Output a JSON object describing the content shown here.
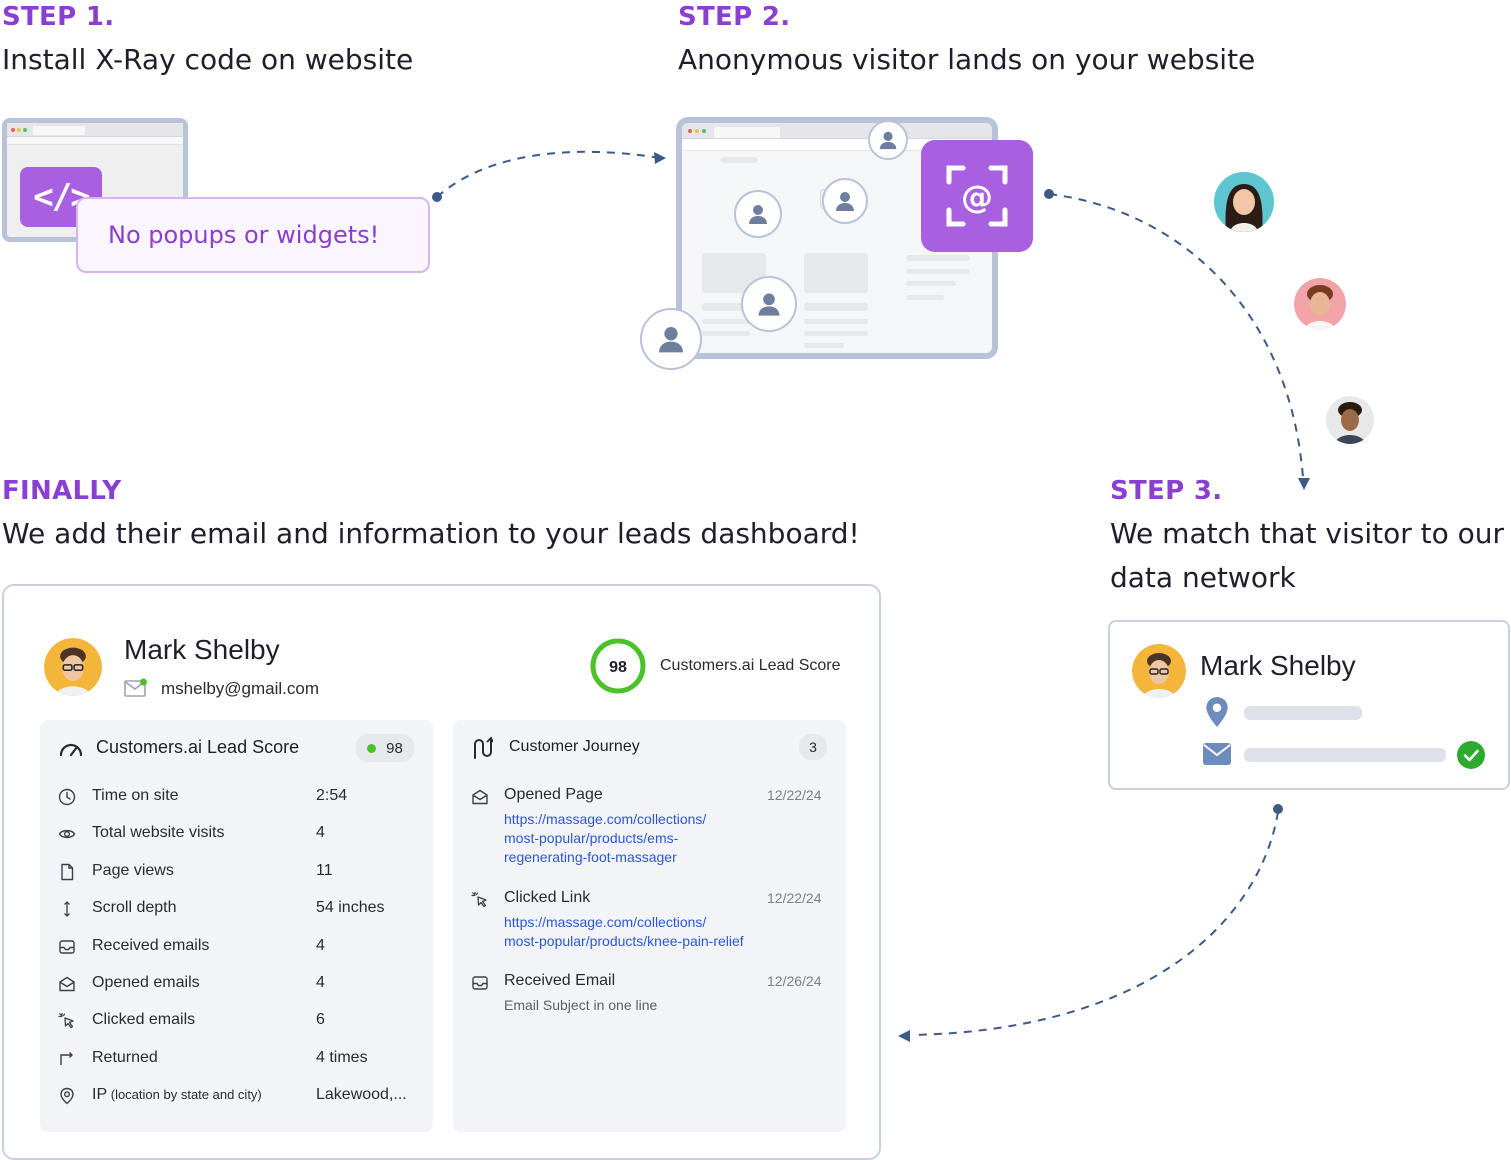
{
  "step1": {
    "label": "STEP 1.",
    "text": "Install X-Ray code on website",
    "code_symbol": "</>",
    "badge": "No popups or widgets!"
  },
  "step2": {
    "label": "STEP 2.",
    "text": "Anonymous visitor lands on your website",
    "at_symbol": "@"
  },
  "step3": {
    "label": "STEP 3.",
    "text_line1": "We match that visitor to our",
    "text_line2": "data network",
    "card_name": "Mark Shelby"
  },
  "finally": {
    "label": "FINALLY",
    "text": "We add their email and information to your leads dashboard!"
  },
  "dashboard": {
    "name": "Mark Shelby",
    "email": "mshelby@gmail.com",
    "score_value": "98",
    "score_fraction": 0.98,
    "score_caption": "Customers.ai Lead Score",
    "lead_panel": {
      "title": "Customers.ai Lead Score",
      "score": "98",
      "rows": [
        {
          "label": "Time on site",
          "value": "2:54",
          "icon": "clock-icon"
        },
        {
          "label": "Total website visits",
          "value": "4",
          "icon": "eye-icon"
        },
        {
          "label": "Page views",
          "value": "11",
          "icon": "page-icon"
        },
        {
          "label": "Scroll depth",
          "value": "54 inches",
          "icon": "scroll-arrows-icon"
        },
        {
          "label": "Received emails",
          "value": "4",
          "icon": "inbox-icon"
        },
        {
          "label": "Opened emails",
          "value": "4",
          "icon": "open-envelope-icon"
        },
        {
          "label": "Clicked emails",
          "value": "6",
          "icon": "cursor-click-icon"
        },
        {
          "label": "Returned",
          "value": "4 times",
          "icon": "return-arrow-icon"
        },
        {
          "label": "IP",
          "label_suffix": "(location by state and city)",
          "value": "Lakewood,...",
          "icon": "location-pin-icon"
        }
      ]
    },
    "journey_panel": {
      "title": "Customer Journey",
      "count": "3",
      "events": [
        {
          "title": "Opened Page",
          "date": "12/22/24",
          "lines": [
            "https://massage.com/collections/",
            "most-popular/products/ems-",
            "regenerating-foot-massager"
          ],
          "is_link": true
        },
        {
          "title": "Clicked Link",
          "date": "12/22/24",
          "lines": [
            "https://massage.com/collections/",
            "most-popular/products/knee-pain-relief"
          ],
          "is_link": true
        },
        {
          "title": "Received Email",
          "date": "12/26/24",
          "lines": [
            "Email Subject in one line"
          ],
          "is_link": false
        }
      ]
    }
  },
  "colors": {
    "purple": "#8b3fd0",
    "purple_fill": "#a860e0",
    "frame": "#b7c3d9",
    "score_green": "#4cc22a",
    "check_green": "#2eaa2e",
    "arrow": "#3d5a86",
    "link": "#2b57d6"
  }
}
